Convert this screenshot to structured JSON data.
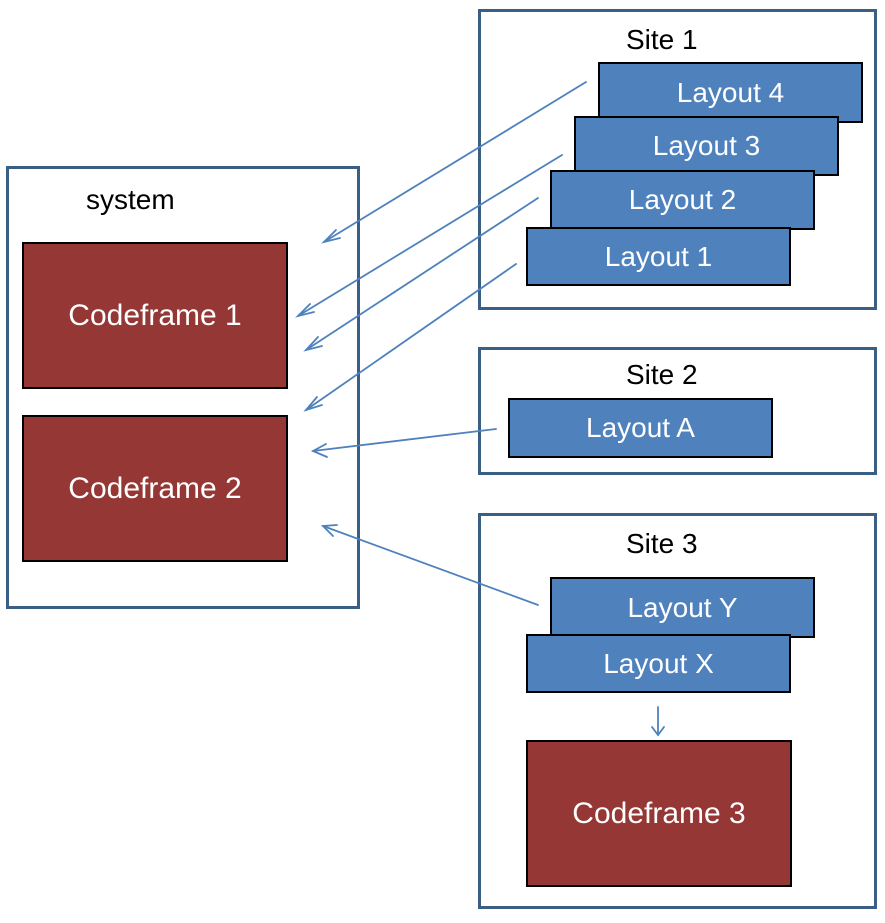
{
  "system": {
    "title": "system",
    "codeframe1": "Codeframe 1",
    "codeframe2": "Codeframe 2"
  },
  "site1": {
    "title": "Site 1",
    "layouts": [
      "Layout 4",
      "Layout 3",
      "Layout 2",
      "Layout 1"
    ]
  },
  "site2": {
    "title": "Site 2",
    "layouts": [
      "Layout A"
    ]
  },
  "site3": {
    "title": "Site 3",
    "layouts": [
      "Layout Y",
      "Layout X"
    ],
    "codeframe": "Codeframe 3"
  },
  "colors": {
    "layout_fill": "#4f81bd",
    "codeframe_fill": "#953735",
    "border": "#3a5f84",
    "arrow": "#4f81bd"
  }
}
